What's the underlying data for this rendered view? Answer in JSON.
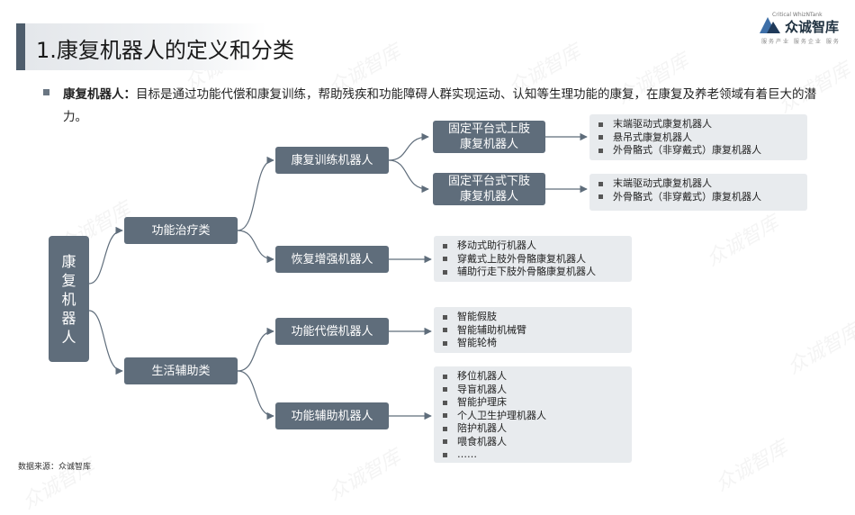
{
  "title": "1.康复机器人的定义和分类",
  "logo": {
    "en": "Critical WhizNTank",
    "cn": "众诚智库",
    "slogan": "服务产业 服务企业 服务"
  },
  "intro": {
    "bold": "康复机器人：",
    "text": "目标是通过功能代偿和康复训练，帮助残疾和功能障碍人群实现运动、认知等生理功能的康复，在康复及养老领域有着巨大的潜力。"
  },
  "root": "康复机器人",
  "level1": [
    "功能治疗类",
    "生活辅助类"
  ],
  "level2": [
    "康复训练机器人",
    "恢复增强机器人",
    "功能代偿机器人",
    "功能辅助机器人"
  ],
  "level3": [
    "固定平台式上肢\n康复机器人",
    "固定平台式下肢\n康复机器人"
  ],
  "lists": {
    "upper": [
      "末端驱动式康复机器人",
      "悬吊式康复机器人",
      "外骨骼式（非穿戴式）康复机器人"
    ],
    "lower": [
      "末端驱动式康复机器人",
      "外骨骼式（非穿戴式）康复机器人"
    ],
    "enhance": [
      "移动式助行机器人",
      "穿戴式上肢外骨骼康复机器人",
      "辅助行走下肢外骨骼康复机器人"
    ],
    "compensate": [
      "智能假肢",
      "智能辅助机械臂",
      "智能轮椅"
    ],
    "assist": [
      "移位机器人",
      "导盲机器人",
      "智能护理床",
      "个人卫生护理机器人",
      "陪护机器人",
      "喂食机器人",
      "……"
    ]
  },
  "watermark": "众诚智库",
  "source": "数据来源：众诚智库"
}
